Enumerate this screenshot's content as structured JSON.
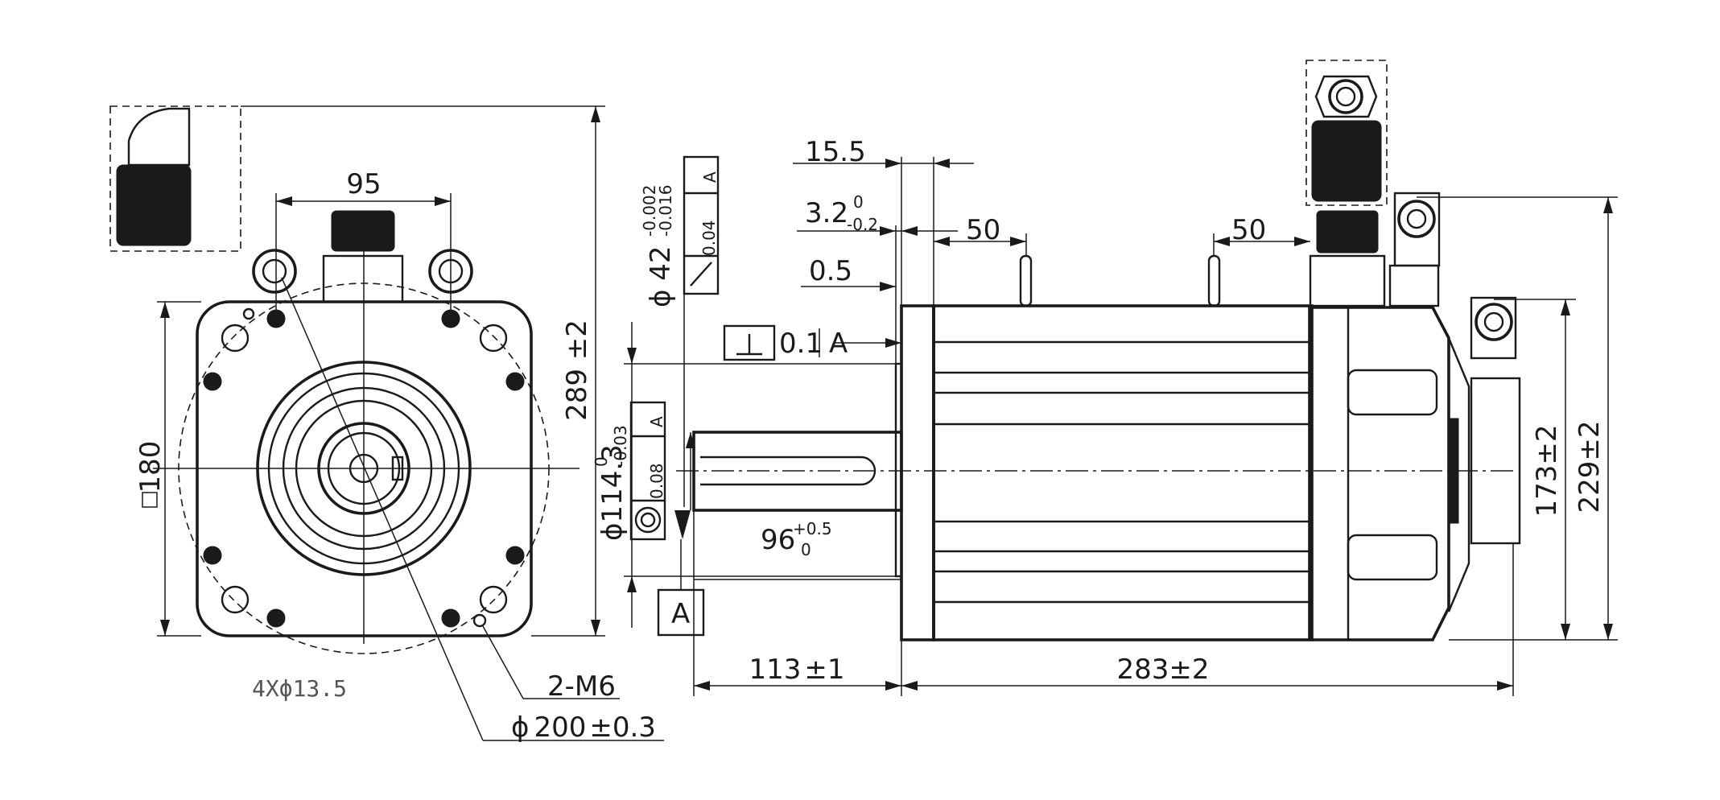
{
  "front_view": {
    "bolt_spacing": "95",
    "flange_square": "180",
    "overall_height": "289",
    "overall_height_tol": "±2",
    "holes": "4X",
    "hole_dia_symbol": "ϕ",
    "hole_dia": "13.5",
    "tapped": "2-M6",
    "pcd_symbol": "ϕ",
    "pcd": "200",
    "pcd_tol": "±0.3"
  },
  "side_view": {
    "flange_to_body": "15.5",
    "spigot_len": "3.2",
    "spigot_tol_upper": "0",
    "spigot_tol_lower": "-0.2",
    "flange_step": "0.5",
    "lift_eye_dist_1": "50",
    "lift_eye_dist_2": "50",
    "shaft_dia_symbol": "ϕ",
    "shaft_dia": "42",
    "shaft_tol_upper": "-0.002",
    "shaft_tol_lower": "-0.016",
    "shaft_runout": "0.04",
    "datum": "A",
    "perpendicularity": "0.1",
    "spigot_dia_symbol": "ϕ",
    "spigot_dia": "114.3",
    "spigot_dia_tol_upper": "0",
    "spigot_dia_tol_lower": "-0.03",
    "concentricity": "0.08",
    "key_len": "96",
    "key_tol_upper": "+0.5",
    "key_tol_lower": "0",
    "shaft_len": "113",
    "shaft_len_tol": "±1",
    "body_len": "283",
    "body_len_tol": "±2",
    "height_1": "173",
    "height_1_tol": "±2",
    "height_2": "229",
    "height_2_tol": "±2"
  }
}
